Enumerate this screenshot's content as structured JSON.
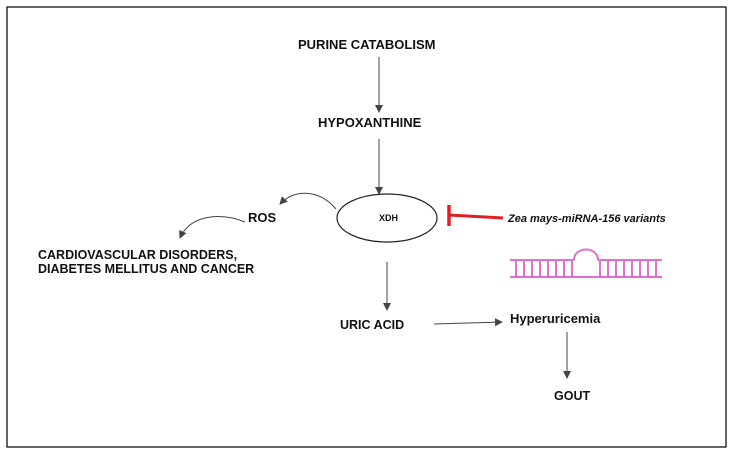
{
  "diagram": {
    "nodes": {
      "purine": "PURINE CATABOLISM",
      "hypoxanthine": "HYPOXANTHINE",
      "xdh": "XDH",
      "ros": "ROS",
      "outcomes_line1": "CARDIOVASCULAR DISORDERS,",
      "outcomes_line2": "DIABETES MELLITUS AND CANCER",
      "uric_acid": "URIC ACID",
      "hyperuricemia": "Hyperuricemia",
      "gout": "GOUT",
      "mirna": "Zea mays-miRNA-156 variants"
    },
    "edges": [
      {
        "from": "purine",
        "to": "hypoxanthine",
        "type": "arrow"
      },
      {
        "from": "hypoxanthine",
        "to": "xdh",
        "type": "arrow"
      },
      {
        "from": "xdh",
        "to": "ros",
        "type": "curved-arrow"
      },
      {
        "from": "ros",
        "to": "outcomes",
        "type": "curved-arrow"
      },
      {
        "from": "xdh",
        "to": "uric_acid",
        "type": "arrow"
      },
      {
        "from": "uric_acid",
        "to": "hyperuricemia",
        "type": "arrow"
      },
      {
        "from": "hyperuricemia",
        "to": "gout",
        "type": "arrow"
      },
      {
        "from": "mirna",
        "to": "xdh",
        "type": "inhibition"
      }
    ],
    "colors": {
      "border": "#000000",
      "arrow": "#444444",
      "inhibition": "#e02020",
      "rna_hairpin": "#e070d0"
    }
  }
}
